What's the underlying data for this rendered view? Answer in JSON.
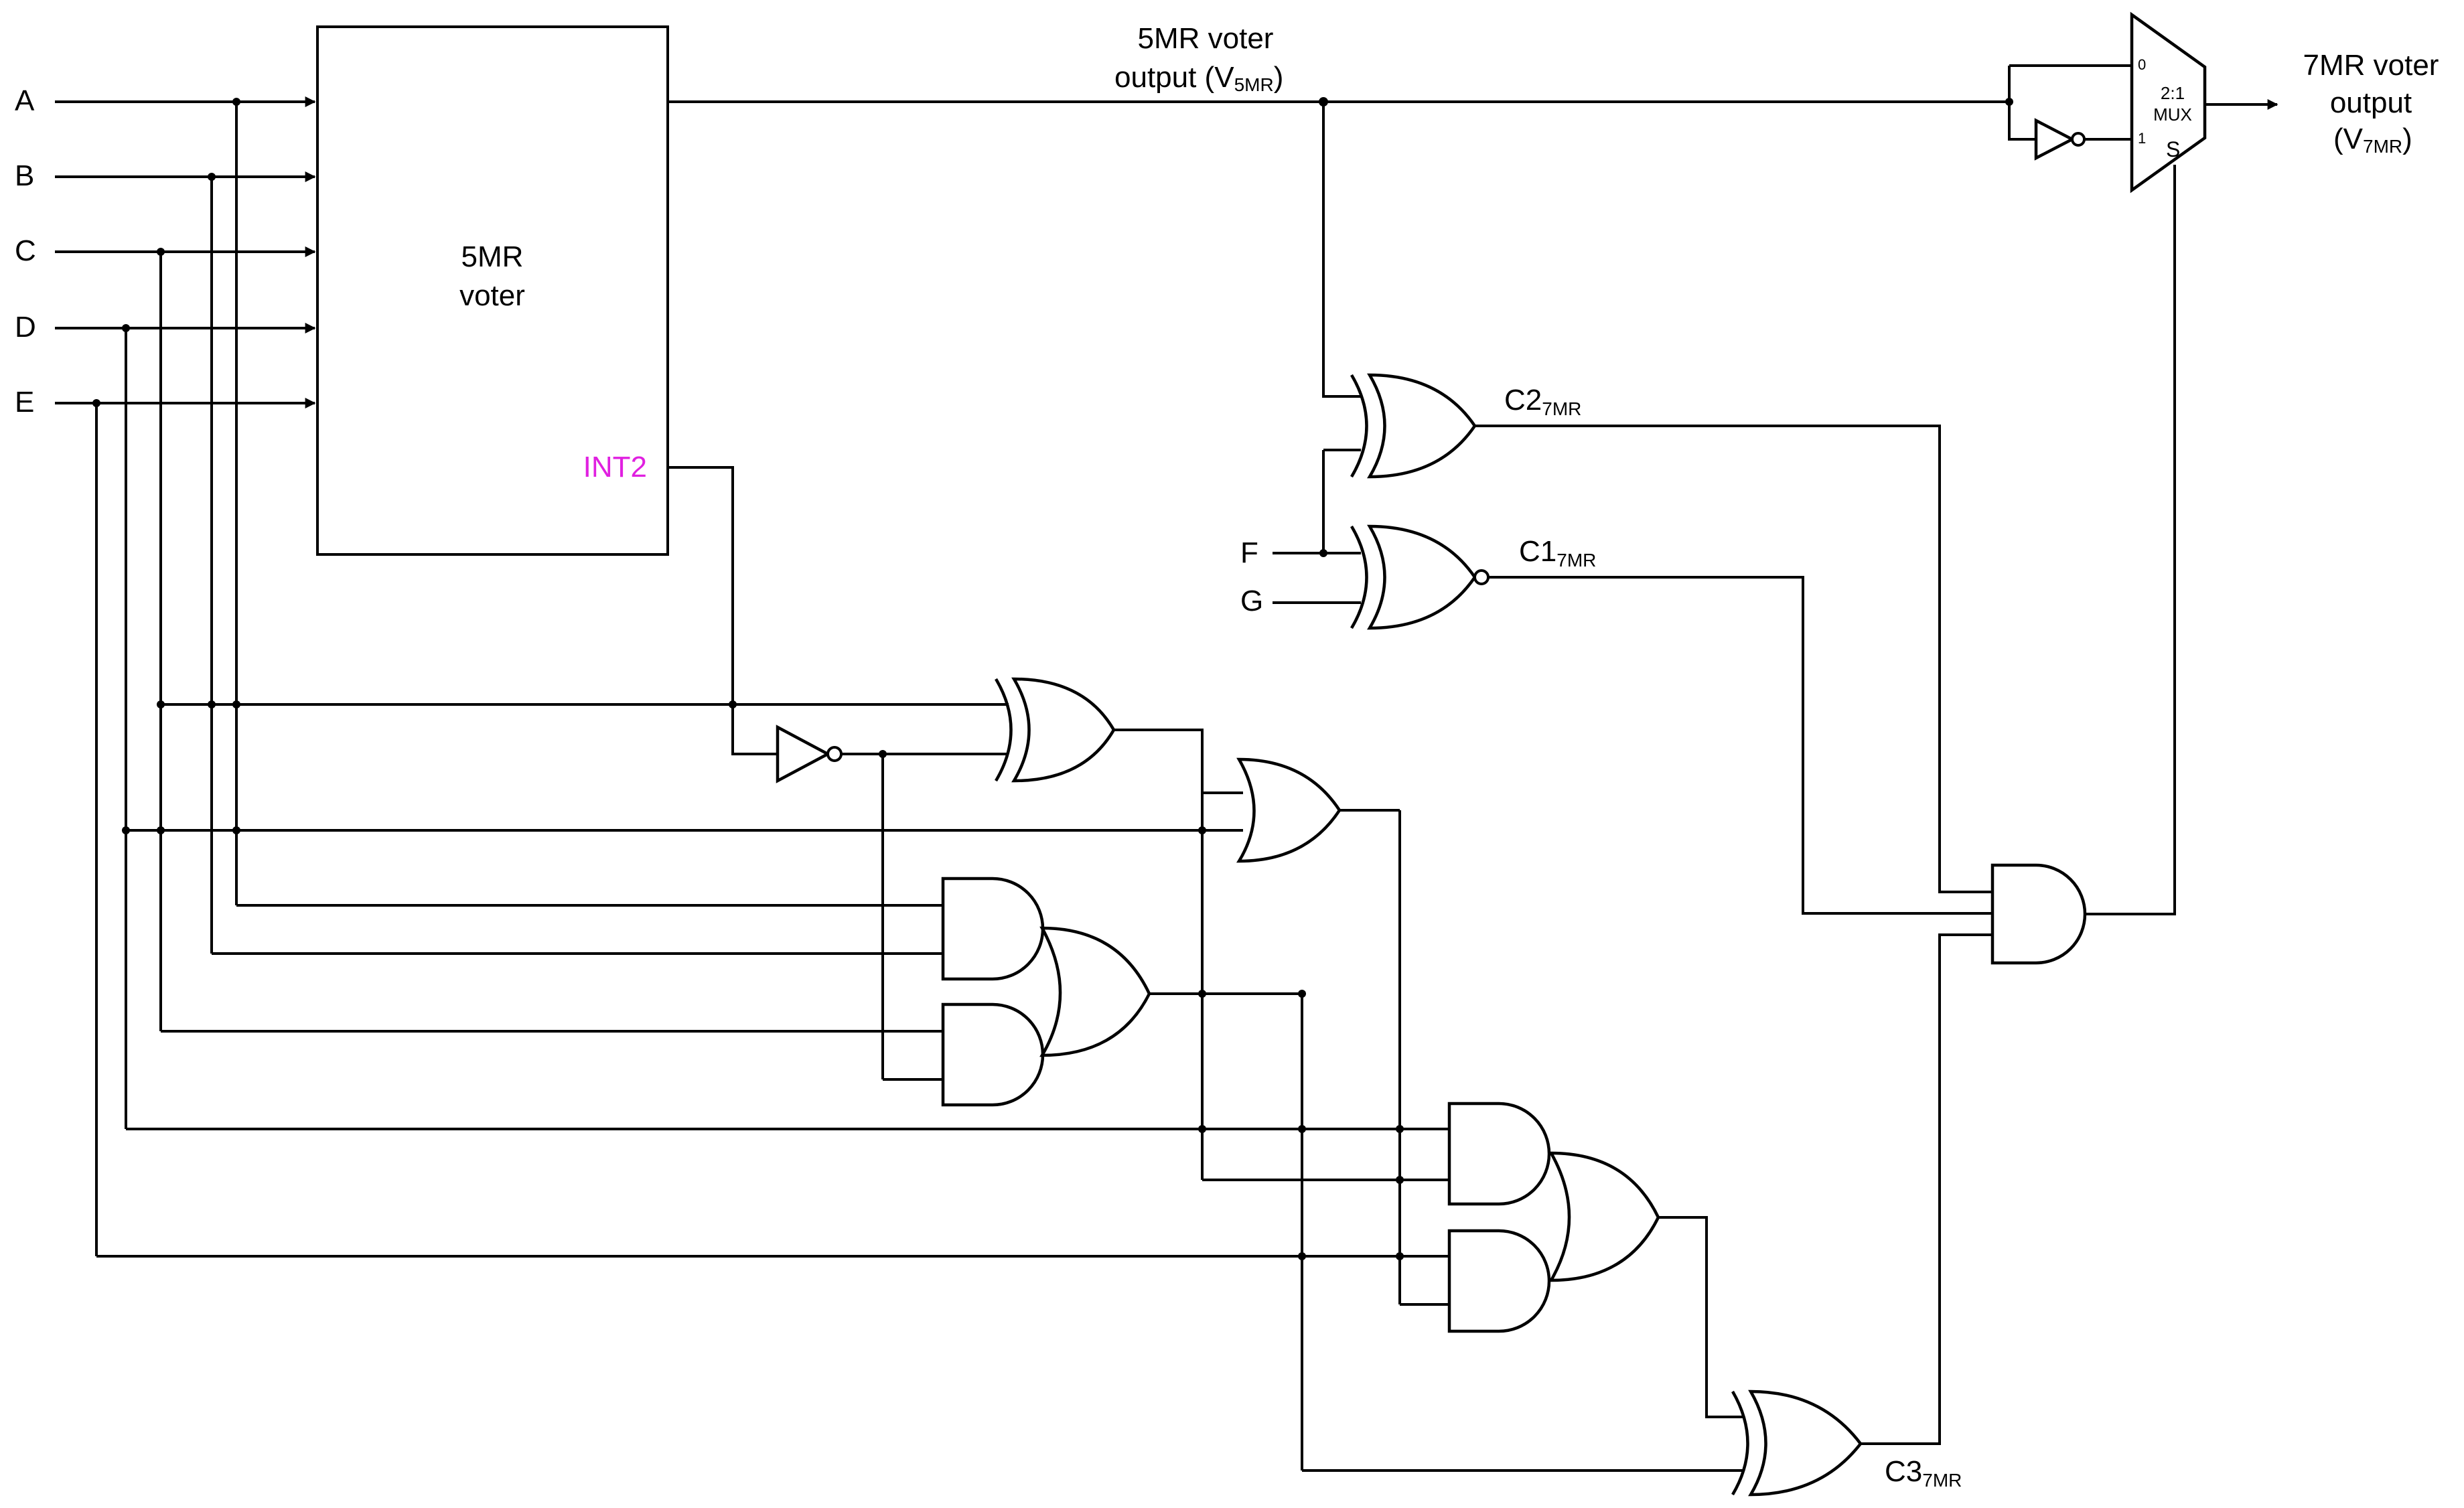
{
  "inputs": [
    "A",
    "B",
    "C",
    "D",
    "E"
  ],
  "extra_inputs": [
    "F",
    "G"
  ],
  "voter_block": {
    "line1": "5MR",
    "line2": "voter",
    "port": "INT2"
  },
  "v5": {
    "line1": "5MR voter",
    "line2": "output (V",
    "sub": "5MR",
    "close": ")"
  },
  "v7": {
    "line1": "7MR voter",
    "line2": "output",
    "line3": "(V",
    "sub": "7MR",
    "close": ")"
  },
  "mux": {
    "title1": "2:1",
    "title2": "MUX",
    "in0": "0",
    "in1": "1",
    "sel": "S"
  },
  "checks": [
    {
      "main": "C2",
      "sub": "7MR"
    },
    {
      "main": "C1",
      "sub": "7MR"
    },
    {
      "main": "C3",
      "sub": "7MR"
    }
  ]
}
